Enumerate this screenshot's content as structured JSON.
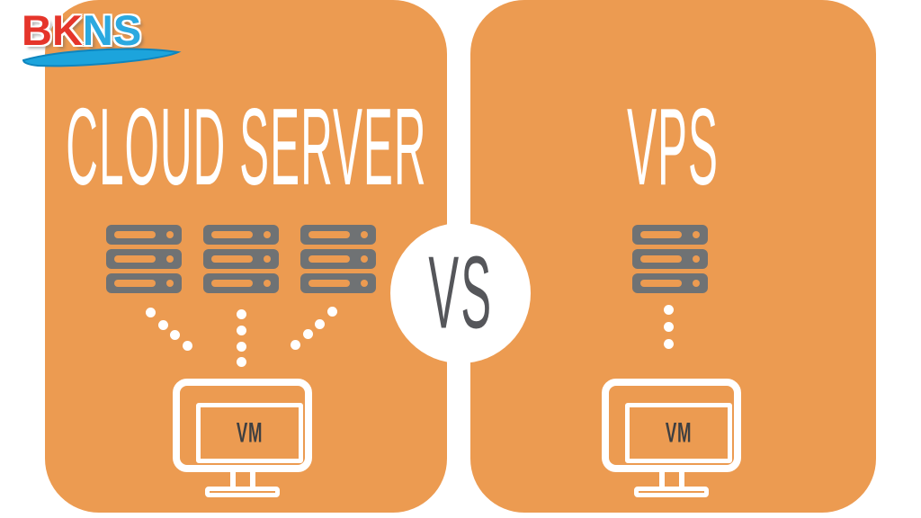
{
  "brand": {
    "name": "BKNS",
    "part1": "BK",
    "part2": "NS",
    "part1_color": "#E5352B",
    "part2_color": "#2BA9E0",
    "swoosh_color": "#1CA4DC"
  },
  "left_panel": {
    "title": "CLOUD SERVER",
    "server_stack_count": 3,
    "slabs_per_stack": 3,
    "monitor_label": "VM"
  },
  "versus": {
    "label": "VS"
  },
  "right_panel": {
    "title": "VPS",
    "server_stack_count": 1,
    "slabs_per_stack": 3,
    "monitor_label": "VM"
  },
  "colors": {
    "panel_orange": "#EC9B51",
    "server_gray": "#6F7274",
    "white": "#FFFFFF",
    "vs_text": "#55565A",
    "vm_text": "#3E3F41"
  }
}
